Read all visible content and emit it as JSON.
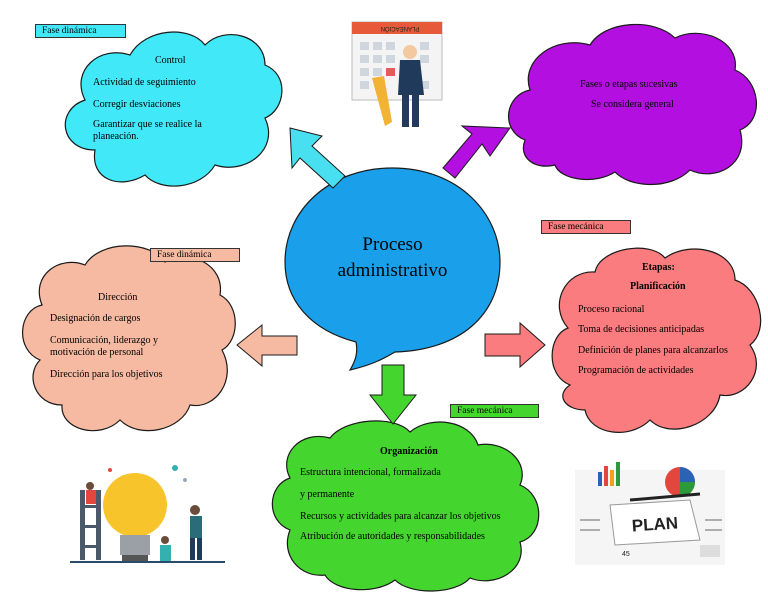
{
  "central": {
    "title_line1": "Proceso",
    "title_line2": "administrativo"
  },
  "control": {
    "tag": "Fase dinámica",
    "title": "Control",
    "items": [
      "Actividad de seguimiento",
      "Corregir desviaciones",
      "Garantizar que se realice la planeación."
    ]
  },
  "fases": {
    "line1": "Fases o etapas sucesivas",
    "line2": "Se considera general"
  },
  "direccion": {
    "tag": "Fase dinámica",
    "title": "Dirección",
    "items": [
      "Designación de cargos",
      "Comunicación, liderazgo y motivación de personal",
      "Dirección para los objetivos"
    ]
  },
  "planificacion": {
    "tag": "Fase mecánica",
    "heading": "Etapas:",
    "title": "Planificación",
    "items": [
      "Proceso racional",
      "Toma de decisiones anticipadas",
      "Definición de planes para alcanzarlos",
      "Programación de actividades"
    ]
  },
  "organizacion": {
    "tag": "Fase mecánica",
    "title": "Organización",
    "items": [
      "Estructura intencional, formalizada",
      "y permanente",
      "Recursos y actividades para alcanzar los objetivos",
      "Atribución de autoridades y responsabilidades"
    ]
  },
  "illustrations": {
    "calendar_header": "PLANEACIÓN",
    "plan_word": "PLAN",
    "plan_number": "45"
  },
  "colors": {
    "control": "#40e8f8",
    "fases": "#b20fe0",
    "direccion": "#f6b9a1",
    "planificacion": "#fa7c7e",
    "organizacion": "#44d52e",
    "central": "#1aa0ea",
    "tag_cyan": "#40e8f8",
    "tag_salmon": "#f6b9a1",
    "tag_pink": "#fa7c7e",
    "tag_green": "#44d52e"
  }
}
